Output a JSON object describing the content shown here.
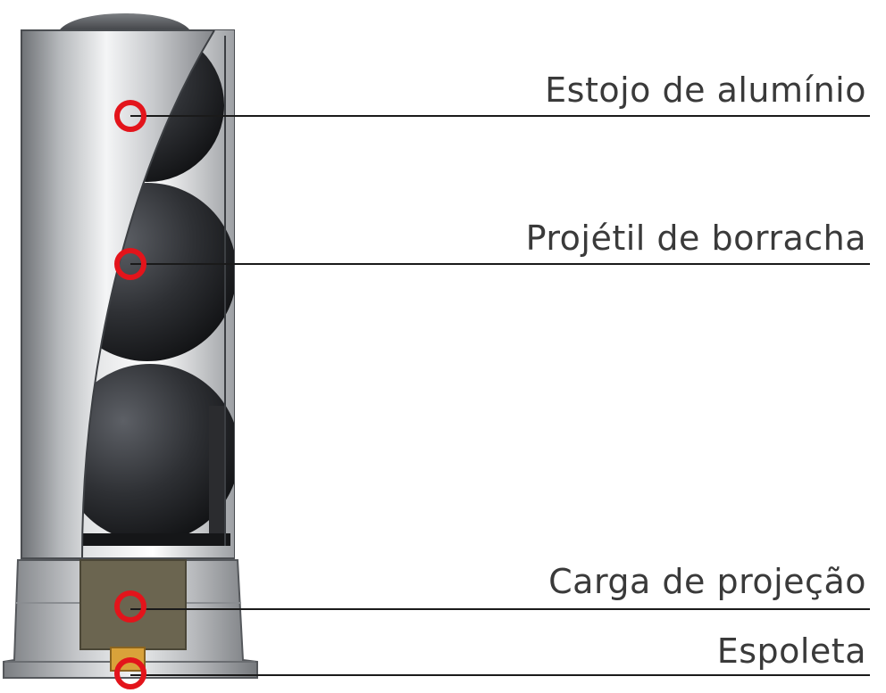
{
  "labels": {
    "aluminum_case": "Estojo de alumínio",
    "rubber_projectile": "Projétil de borracha",
    "propellant_charge": "Carga de projeção",
    "primer": "Espoleta"
  },
  "colors": {
    "marker": "#e3141b",
    "leader_line": "#1a1a1a",
    "text": "#3a3a3a",
    "propellant": "#6b6550",
    "primer": "#d9a23a"
  }
}
